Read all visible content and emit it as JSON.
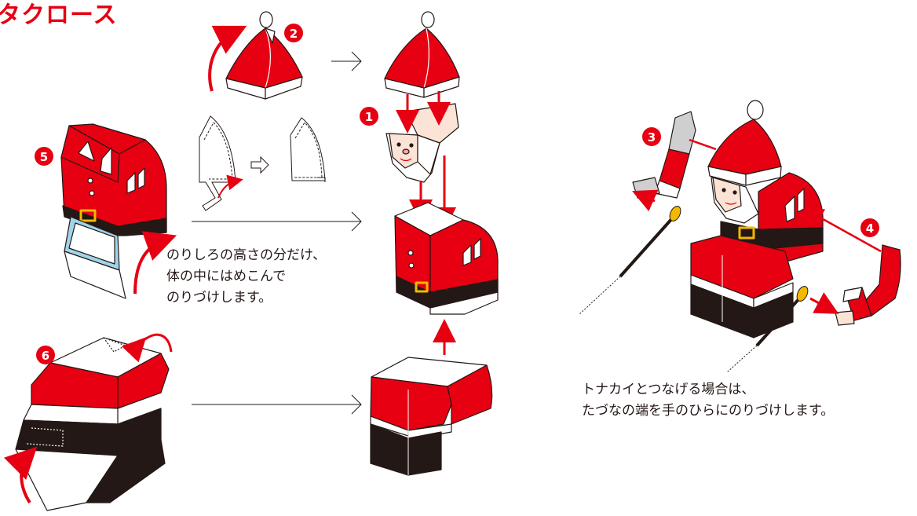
{
  "title": "タクロース",
  "steps": [
    "1",
    "2",
    "3",
    "4",
    "5",
    "6"
  ],
  "note_left": [
    "のりしろの高さの分だけ、",
    "体の中にはめこんで",
    "のりづけします。"
  ],
  "note_right": [
    "トナカイとつなげる場合は、",
    "たづなの端を手のひらにのりづけします。"
  ],
  "colors": {
    "red": "#e60012",
    "black": "#231815",
    "white": "#ffffff",
    "skin": "#fbe3d6",
    "gold": "#f3b800",
    "blue": "#9fd4ea"
  }
}
